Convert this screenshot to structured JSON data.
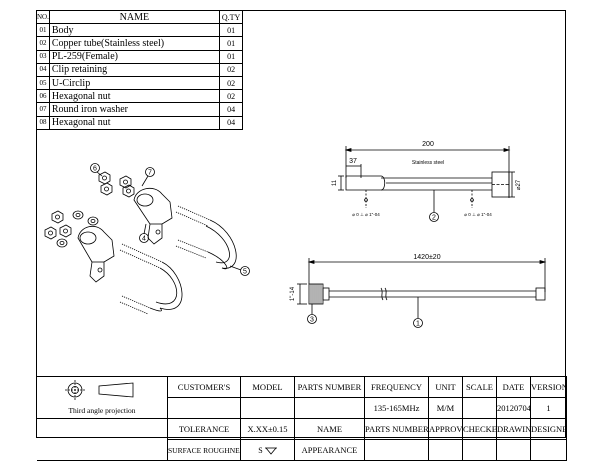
{
  "parts_table": {
    "headers": {
      "no": "NO.",
      "name": "NAME",
      "qty": "Q.TY"
    },
    "rows": [
      {
        "no": "01",
        "name": "Body",
        "qty": "01"
      },
      {
        "no": "02",
        "name": "Copper tube(Stainless steel)",
        "qty": "01"
      },
      {
        "no": "03",
        "name": "PL-259(Female)",
        "qty": "01"
      },
      {
        "no": "04",
        "name": "Clip retaining",
        "qty": "02"
      },
      {
        "no": "05",
        "name": "U-Circlip",
        "qty": "02"
      },
      {
        "no": "06",
        "name": "Hexagonal nut",
        "qty": "02"
      },
      {
        "no": "07",
        "name": "Round iron washer",
        "qty": "04"
      },
      {
        "no": "08",
        "name": "Hexagonal nut",
        "qty": "04"
      }
    ]
  },
  "drawing": {
    "callouts": [
      "1",
      "2",
      "3",
      "4",
      "5",
      "6",
      "7"
    ],
    "tube_detail": {
      "overall_length": "200",
      "end_length": "37",
      "material_note": "Stainless steel",
      "diameter_label": "⌀27",
      "left_height": "11",
      "hole_note_left": "⌀ 0 ⊥ ⌀ 1\"-04",
      "hole_note_right": "⌀ 0 ⊥ ⌀ 1\"-04"
    },
    "body_detail": {
      "length": "1420±20",
      "connector_label": "1\"-14"
    }
  },
  "title_block": {
    "projection_label": "Third angle projection",
    "row1": [
      "CUSTOMER'S",
      "MODEL",
      "PARTS NUMBER",
      "FREQUENCY",
      "UNIT",
      "SCALE",
      "DATE",
      "VERSION"
    ],
    "row2": [
      "",
      "",
      "",
      "135-165MHz",
      "M/M",
      "",
      "20120704",
      "1"
    ],
    "row3": [
      "TOLERANCE",
      "X.XX±0.15",
      "NAME",
      "PARTS NUMBER",
      "APPROVED",
      "CHECKED",
      "DRAWING",
      "DESIGNED"
    ],
    "row4": [
      "SURFACE ROUGHNESS",
      "",
      "APPEARANCE",
      "",
      "",
      "",
      "",
      ""
    ],
    "roughness_symbol": "S"
  }
}
